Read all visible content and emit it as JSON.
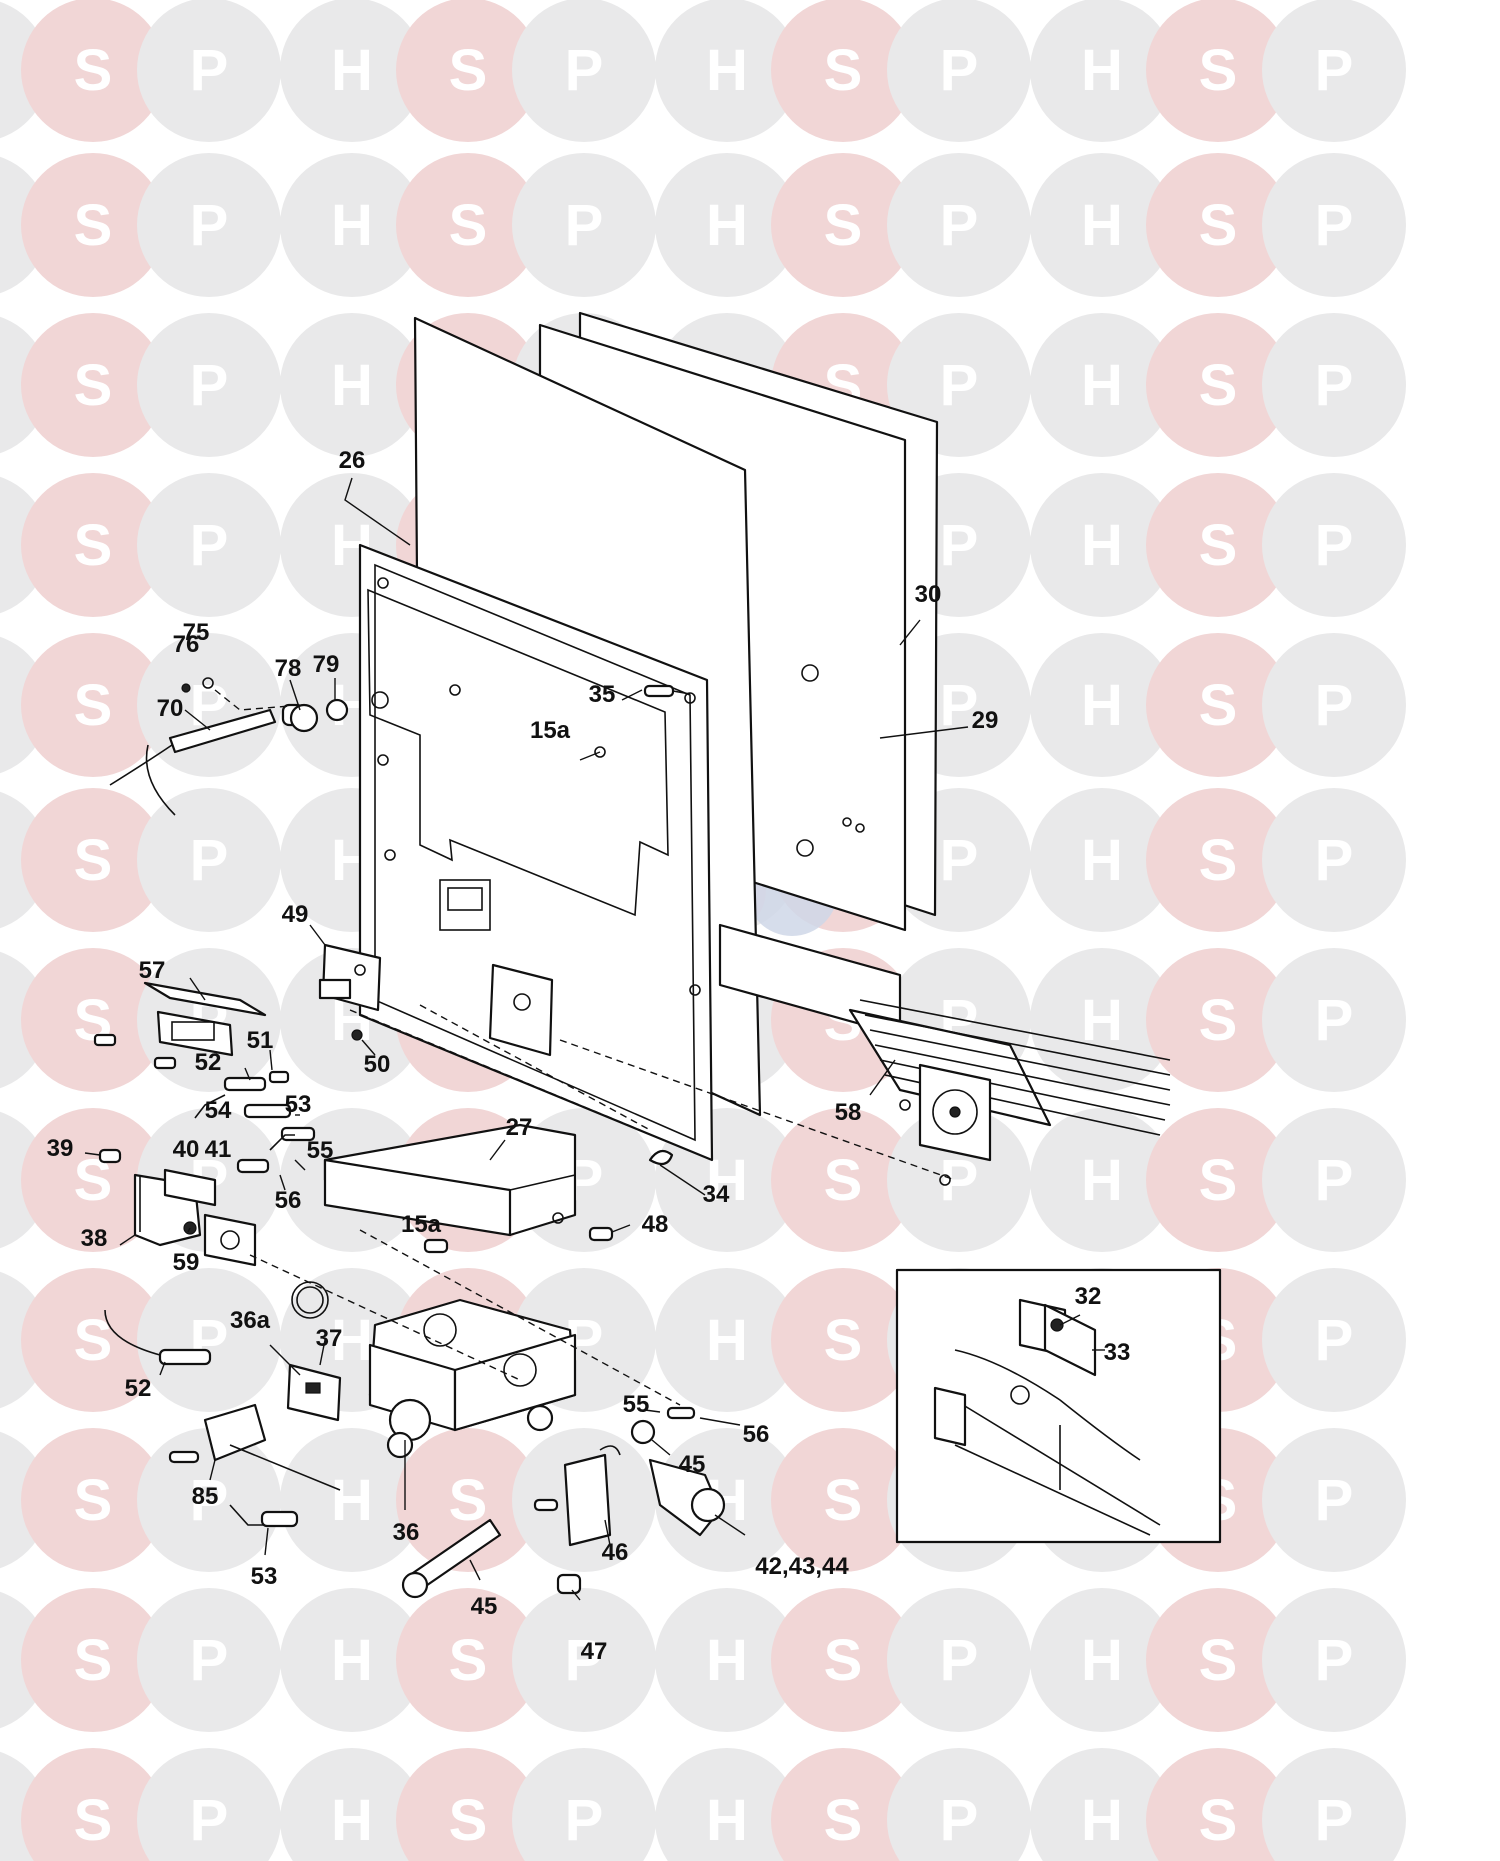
{
  "watermark": {
    "letters": [
      "H",
      "S",
      "P"
    ],
    "colors": {
      "H": "#e9e9ea",
      "S": "#f1d6d6",
      "P": "#e9e9ea"
    },
    "center_logo_colors": [
      "#cfd7e8",
      "#edd3d6",
      "#cfd7e8"
    ]
  },
  "diagram": {
    "callouts": [
      "26",
      "30",
      "29",
      "35",
      "15a",
      "76",
      "75",
      "78",
      "79",
      "70",
      "49",
      "57",
      "51",
      "52",
      "54",
      "53",
      "50",
      "27",
      "39",
      "40",
      "41",
      "55",
      "56",
      "34",
      "58",
      "38",
      "59",
      "15a",
      "48",
      "36a",
      "37",
      "52",
      "85",
      "53",
      "36",
      "45",
      "46",
      "55",
      "56",
      "45",
      "42,43,44",
      "47",
      "32",
      "33"
    ]
  }
}
